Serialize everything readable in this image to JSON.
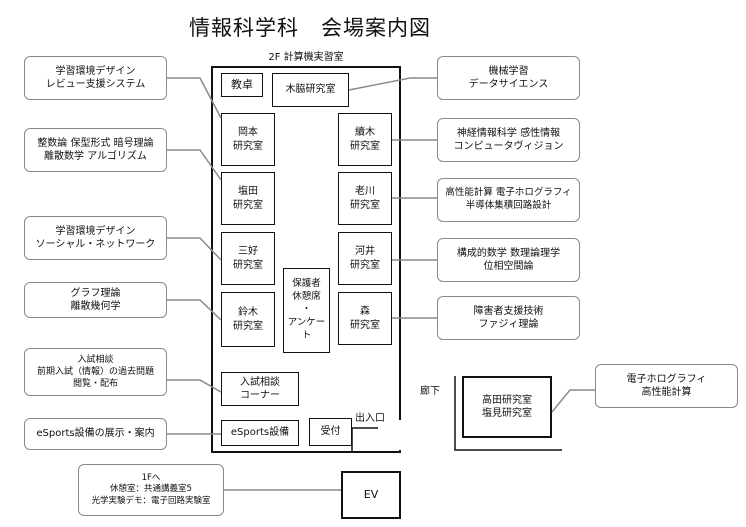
{
  "title": "情報科学科　会場案内図",
  "floor": {
    "label": "2F 計算機実習室",
    "rooms": {
      "podium": "教卓",
      "kiwaki": "木脇研究室",
      "okamoto": "岡本\n研究室",
      "shioda": "塩田\n研究室",
      "miyoshi": "三好\n研究室",
      "suzuki": "鈴木\n研究室",
      "guardian": "保護者\n休憩席\n・\nアンケート",
      "tsuzuki": "續木\n研究室",
      "oikawa": "老川\n研究室",
      "kawai": "河井\n研究室",
      "mori": "森\n研究室",
      "admission": "入試相談\nコーナー",
      "esports": "eSports設備",
      "reception": "受付"
    }
  },
  "callouts": {
    "kiwaki": "学習環境デザイン\nレビュー支援システム",
    "okamoto": "整数論 保型形式 暗号理論\n離散数学 アルゴリズム",
    "miyoshi": "学習環境デザイン\nソーシャル・ネットワーク",
    "suzuki": "グラフ理論\n離散幾何学",
    "admission": "入試相談\n前期入試（情報）の過去問題\n閲覧・配布",
    "esports": "eSports設備の展示・案内",
    "ml": "機械学習\nデータサイエンス",
    "tsuzuki": "神経情報科学 感性情報\nコンピュータヴィジョン",
    "oikawa": "高性能計算 電子ホログラフィ\n半導体集積回路設計",
    "kawai": "構成的数学 数理論理学\n位相空間論",
    "mori": "障害者支援技術\nファジィ理論",
    "takada": "電子ホログラフィ\n高性能計算"
  },
  "labels": {
    "corridor": "廊下",
    "entrance": "出入口",
    "takada_room": "高田研究室\n塩見研究室",
    "ev": "EV",
    "first_floor": "1Fへ\n休憩室：共通講義室5\n光学実験デモ：電子回路実験室"
  }
}
